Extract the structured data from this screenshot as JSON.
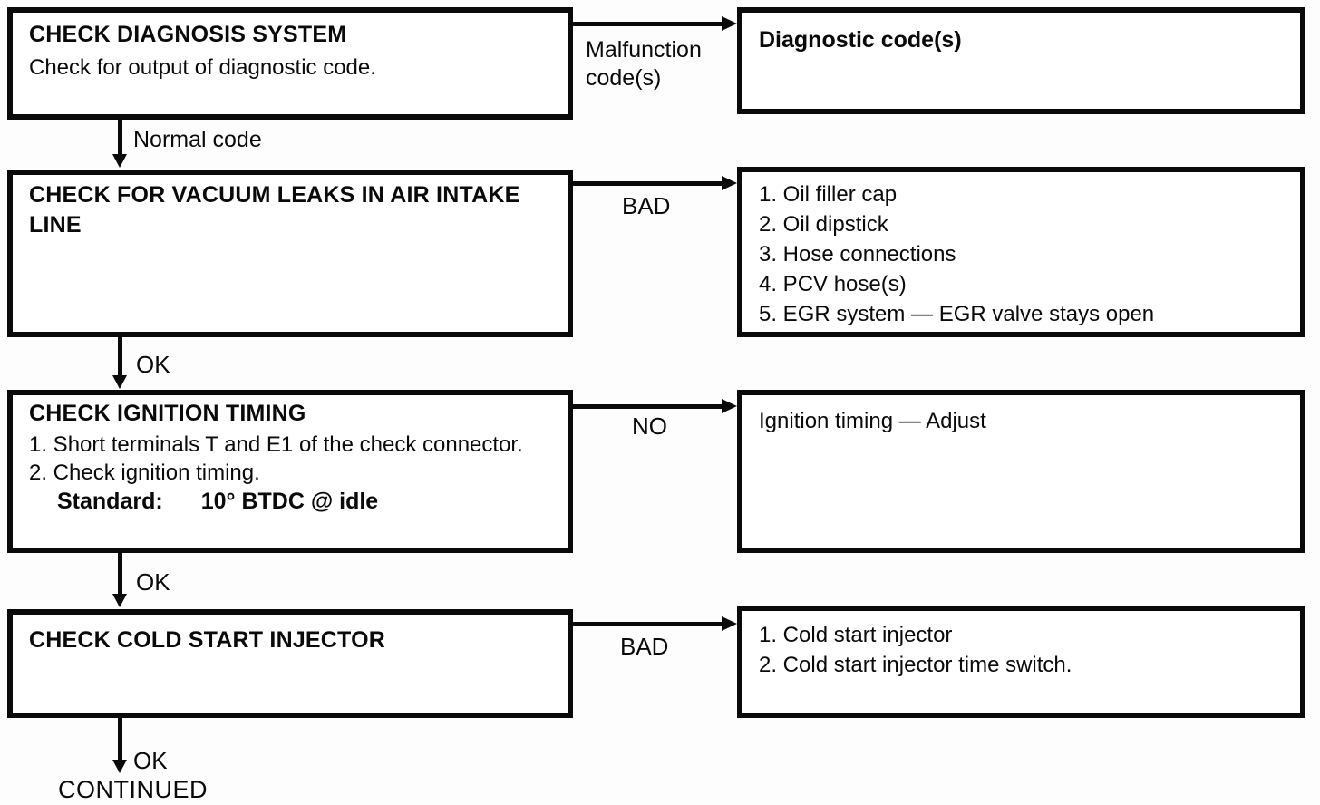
{
  "page": {
    "background": "#ffffff",
    "ink": "#0a0a0a"
  },
  "flow": {
    "rows": [
      {
        "left": {
          "title": "CHECK DIAGNOSIS SYSTEM",
          "body": "Check for output of diagnostic code."
        },
        "branch_label": "Malfunction code(s)",
        "right": {
          "items": [
            "Diagnostic code(s)"
          ]
        },
        "down_label": "Normal code"
      },
      {
        "left": {
          "title": "CHECK FOR VACUUM LEAKS IN AIR INTAKE LINE"
        },
        "branch_label": "BAD",
        "right": {
          "items": [
            "1. Oil filler cap",
            "2. Oil dipstick",
            "3. Hose connections",
            "4. PCV hose(s)",
            "5. EGR system — EGR valve stays open"
          ]
        },
        "down_label": "OK"
      },
      {
        "left": {
          "title": "CHECK IGNITION TIMING",
          "steps": [
            "1. Short terminals T and E1 of the check connector.",
            "2. Check ignition timing."
          ],
          "standard_label": "Standard:",
          "standard_value": "10° BTDC @ idle"
        },
        "branch_label": "NO",
        "right": {
          "items": [
            "Ignition timing — Adjust"
          ]
        },
        "down_label": "OK"
      },
      {
        "left": {
          "title": "CHECK COLD START INJECTOR"
        },
        "branch_label": "BAD",
        "right": {
          "items": [
            "1. Cold start injector",
            "2. Cold start injector time switch."
          ]
        },
        "down_label": "OK"
      }
    ],
    "footer": "CONTINUED"
  }
}
